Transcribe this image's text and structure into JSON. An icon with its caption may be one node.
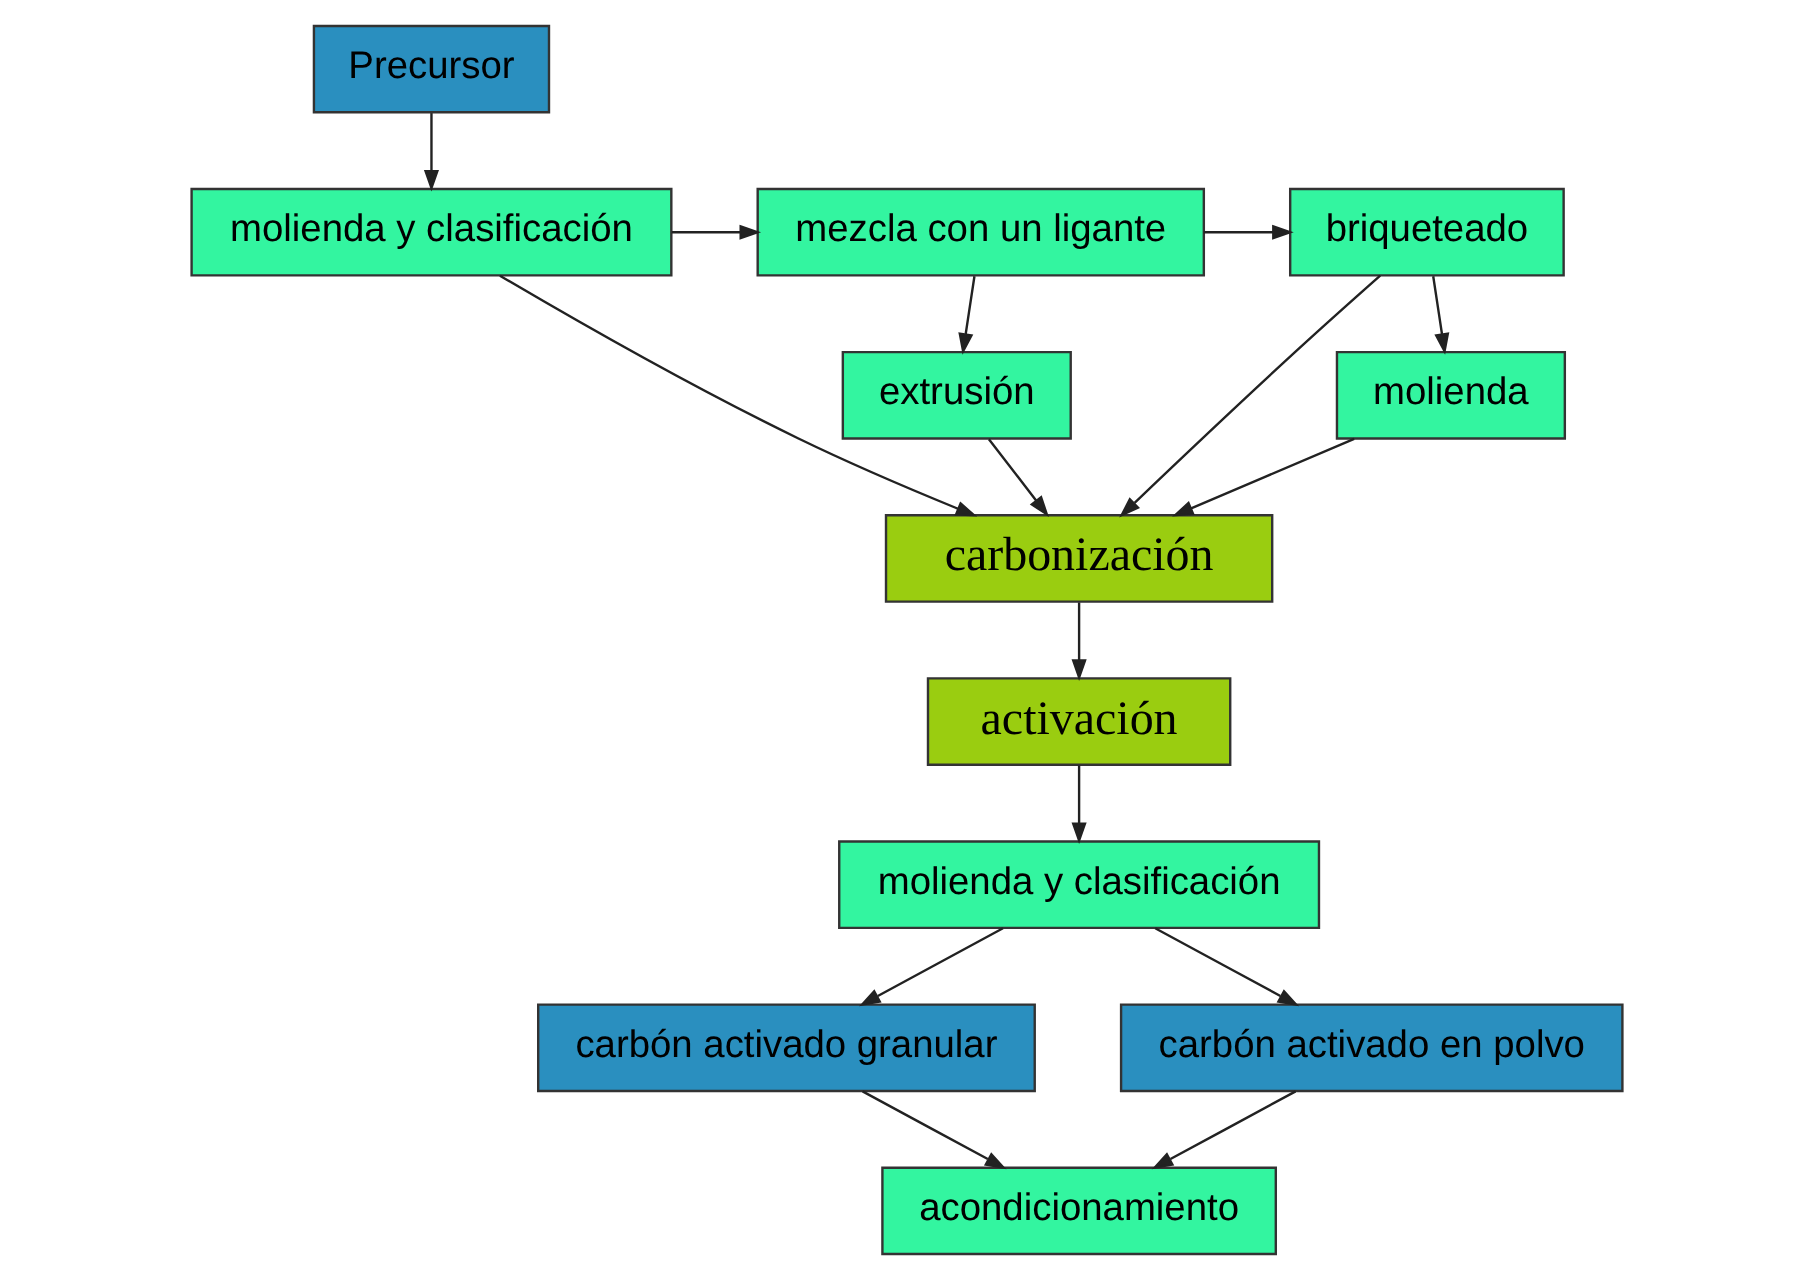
{
  "diagram": {
    "nodes": [
      {
        "text": [
          "Precursor"
        ]
      },
      {
        "text": [
          "molienda y clasificación"
        ]
      },
      {
        "text": [
          "mezcla con un ligante"
        ]
      },
      {
        "text": [
          "briqueteado"
        ]
      },
      {
        "text": [
          "extrusión"
        ]
      },
      {
        "text": [
          "carbonización"
        ]
      },
      {
        "text": [
          "molienda"
        ]
      },
      {
        "text": [
          "activación"
        ]
      },
      {
        "text": [
          "molienda y clasificación"
        ]
      },
      {
        "text": [
          "carbón activado granular"
        ]
      },
      {
        "text": [
          "carbón activado en polvo"
        ]
      },
      {
        "text": [
          "acondicionamiento"
        ]
      }
    ],
    "edges": [
      {
        "from": 0,
        "to": 1,
        "arrow": "to"
      },
      {
        "from": 1,
        "to": 2,
        "arrow": "to"
      },
      {
        "from": 2,
        "to": 3,
        "arrow": "to"
      },
      {
        "from": 1,
        "to": 5,
        "arrow": "to"
      },
      {
        "from": 2,
        "to": 4,
        "arrow": "to"
      },
      {
        "from": 4,
        "to": 5,
        "arrow": "to"
      },
      {
        "from": 3,
        "to": 6,
        "arrow": "to"
      },
      {
        "from": 3,
        "to": 5,
        "arrow": "to"
      },
      {
        "from": 6,
        "to": 5,
        "arrow": "to"
      },
      {
        "from": 5,
        "to": 7,
        "arrow": "to"
      },
      {
        "from": 7,
        "to": 8,
        "arrow": "to"
      },
      {
        "from": 8,
        "to": 9,
        "arrow": "to"
      },
      {
        "from": 8,
        "to": 10,
        "arrow": "to"
      },
      {
        "from": 9,
        "to": 11,
        "arrow": "to"
      },
      {
        "from": 10,
        "to": 11,
        "arrow": "to"
      }
    ]
  }
}
